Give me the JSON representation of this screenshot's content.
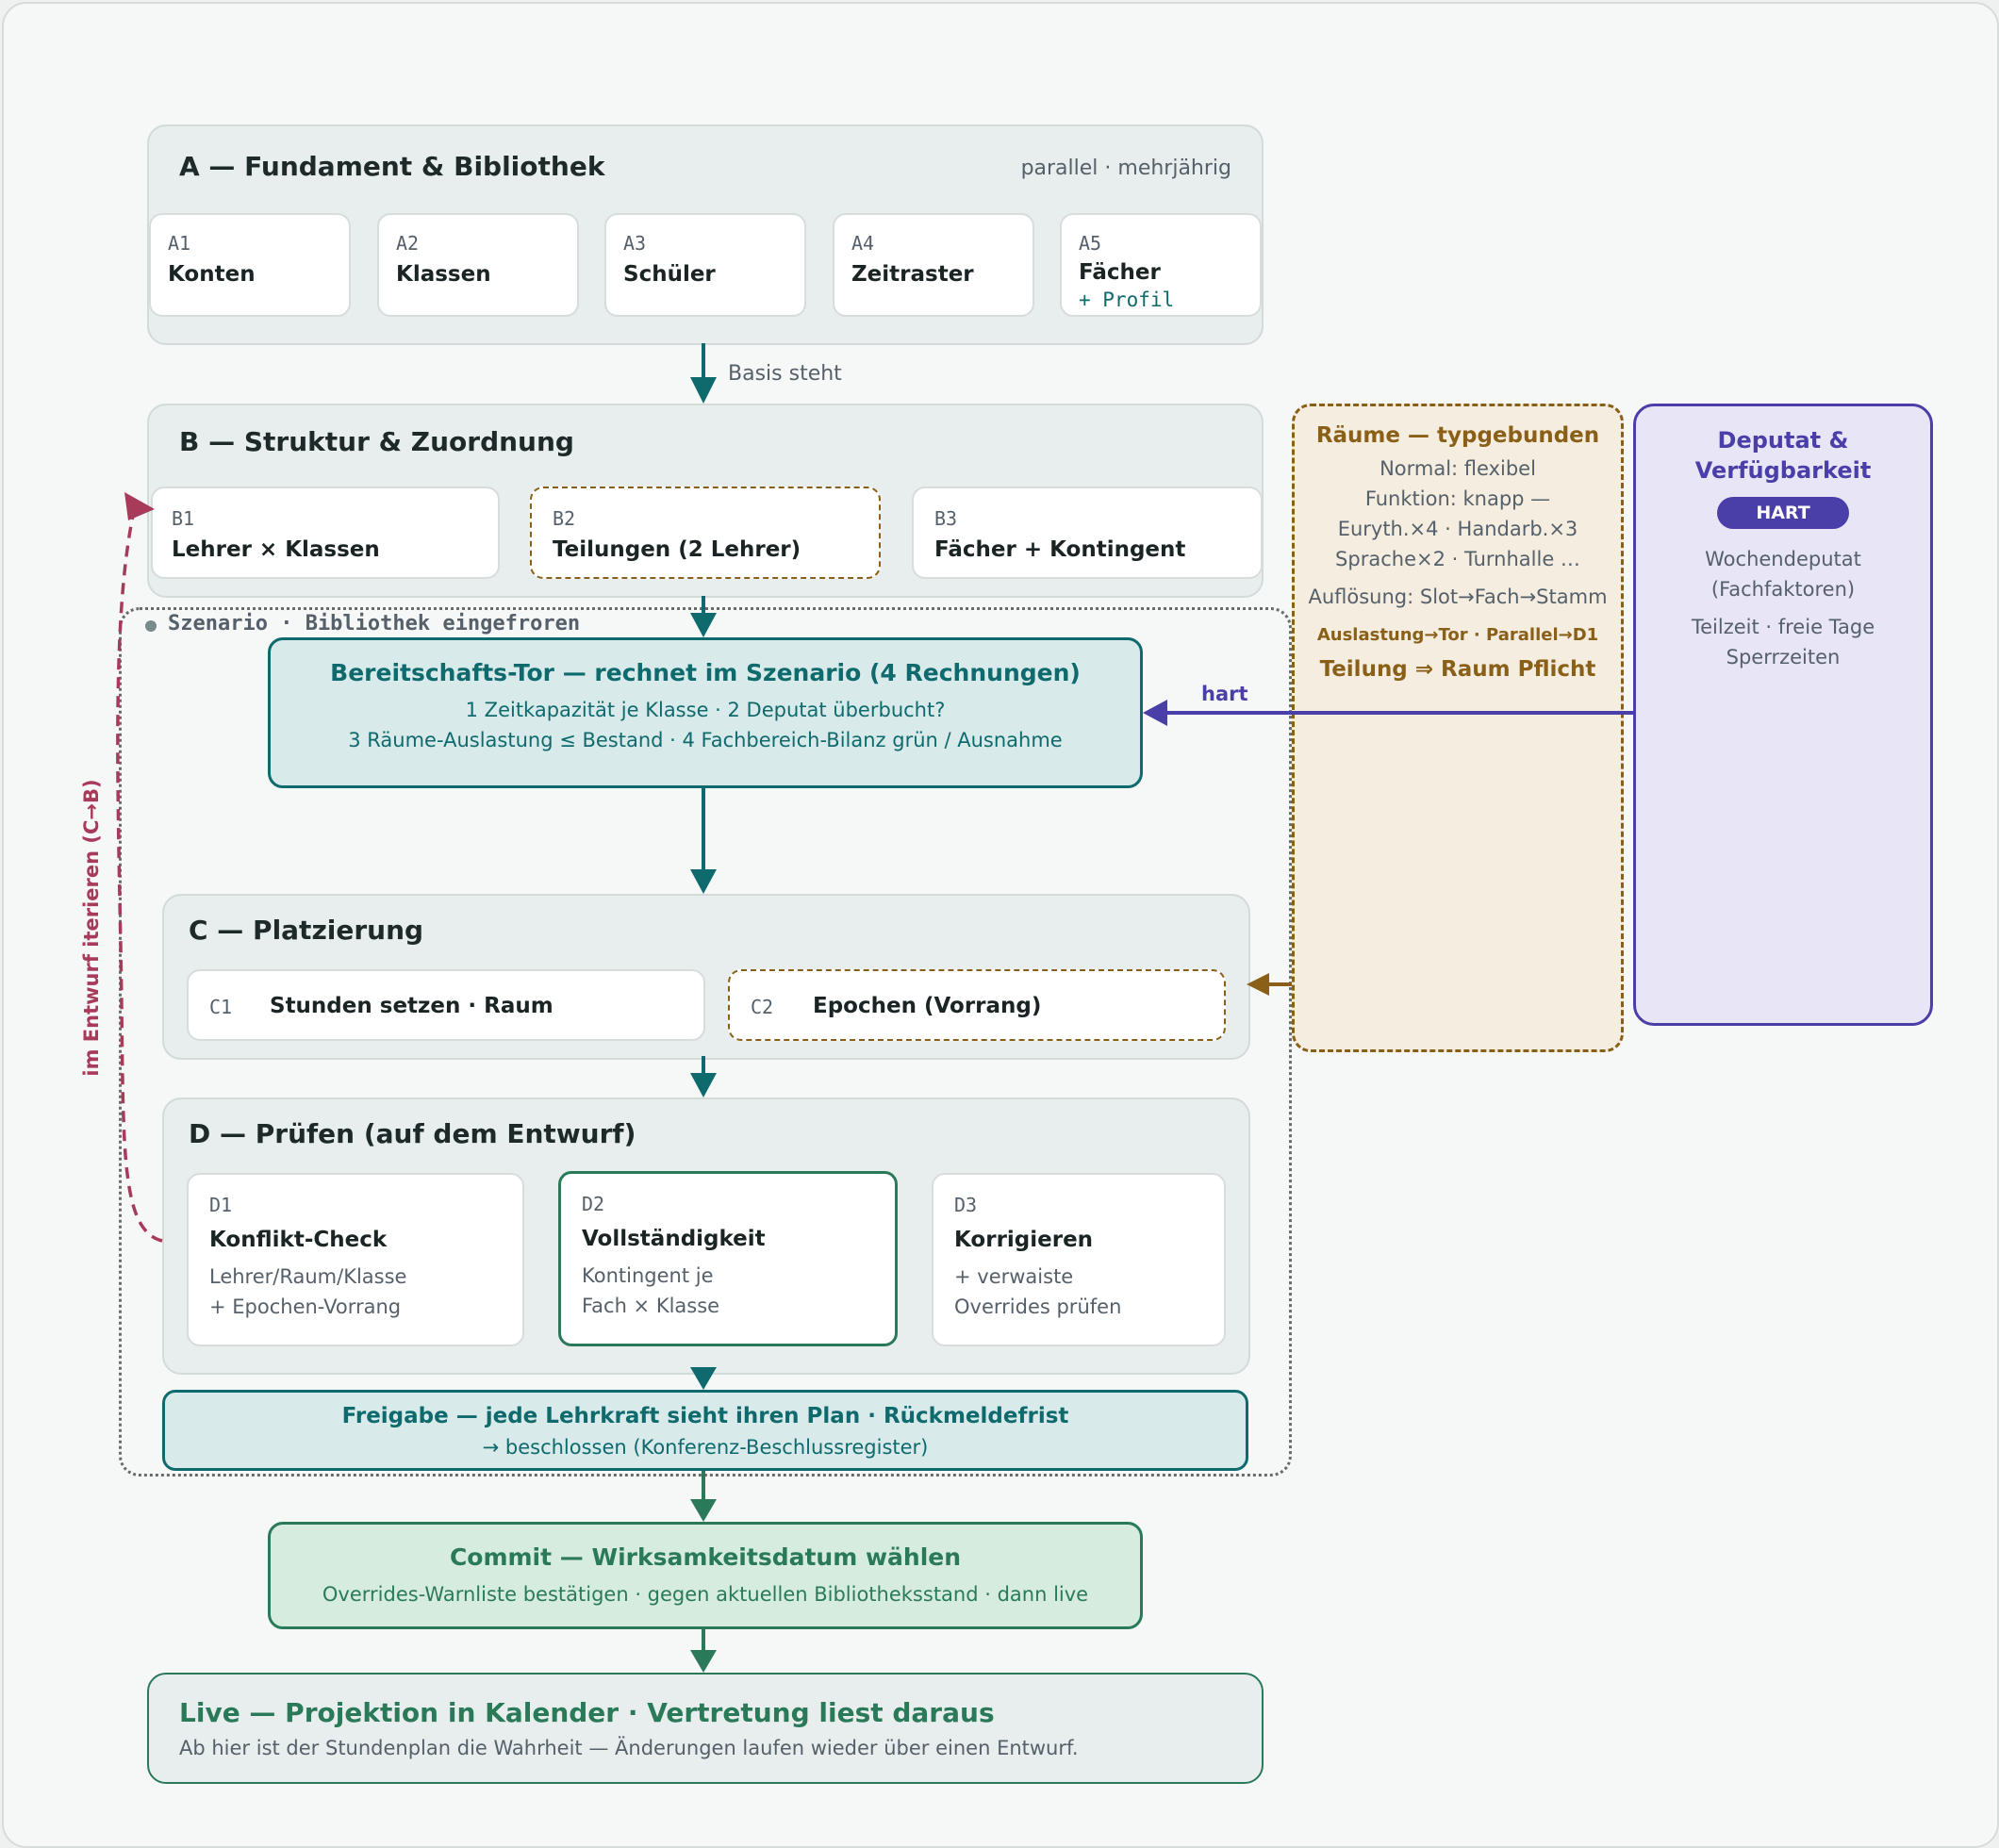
{
  "colors": {
    "teal": "#0f6a6e",
    "green": "#2a7a5a",
    "purple": "#4a3fa8",
    "brown": "#8a6018",
    "maroon": "#a83a5a",
    "gray_text": "#55606a"
  },
  "phase_a": {
    "title": "A — Fundament & Bibliothek",
    "note": "parallel · mehrjährig",
    "cards": [
      {
        "code": "A1",
        "label": "Konten"
      },
      {
        "code": "A2",
        "label": "Klassen"
      },
      {
        "code": "A3",
        "label": "Schüler"
      },
      {
        "code": "A4",
        "label": "Zeitraster"
      },
      {
        "code": "A5",
        "label": "Fächer",
        "extra": "+ Profil"
      }
    ]
  },
  "arrow_a_b_label": "Basis steht",
  "phase_b": {
    "title": "B — Struktur & Zuordnung",
    "cards": [
      {
        "code": "B1",
        "label": "Lehrer × Klassen"
      },
      {
        "code": "B2",
        "label": "Teilungen (2 Lehrer)"
      },
      {
        "code": "B3",
        "label": "Fächer + Kontingent"
      }
    ]
  },
  "scenario_label": "Szenario · Bibliothek eingefroren",
  "gate": {
    "title": "Bereitschafts-Tor — rechnet im Szenario (4 Rechnungen)",
    "line1": "1 Zeitkapazität je Klasse · 2 Deputat überbucht?",
    "line2": "3 Räume-Auslastung ≤ Bestand · 4 Fachbereich-Bilanz grün / Ausnahme"
  },
  "hart_label": "hart",
  "rooms": {
    "title": "Räume — typgebunden",
    "lines": [
      "Normal: flexibel",
      "Funktion: knapp —",
      "Euryth.×4 · Handarb.×3",
      "Sprache×2 · Turnhalle …"
    ],
    "resolution": "Auflösung: Slot→Fach→Stamm",
    "usage": "Auslastung→Tor · Parallel→D1",
    "split": "Teilung ⇒ Raum Pflicht"
  },
  "deputat": {
    "title_line1": "Deputat &",
    "title_line2": "Verfügbarkeit",
    "badge": "HART",
    "line1": "Wochendeputat",
    "line2": "(Fachfaktoren)",
    "line3": "Teilzeit · freie Tage",
    "line4": "Sperrzeiten"
  },
  "loop_label": "im Entwurf iterieren (C→B)",
  "phase_c": {
    "title": "C — Platzierung",
    "cards": [
      {
        "code": "C1",
        "label": "Stunden setzen · Raum"
      },
      {
        "code": "C2",
        "label": "Epochen (Vorrang)"
      }
    ]
  },
  "phase_d": {
    "title": "D — Prüfen (auf dem Entwurf)",
    "cards": [
      {
        "code": "D1",
        "label": "Konflikt-Check",
        "desc1": "Lehrer/Raum/Klasse",
        "desc2": "+ Epochen-Vorrang"
      },
      {
        "code": "D2",
        "label": "Vollständigkeit",
        "desc1": "Kontingent je",
        "desc2": "Fach × Klasse"
      },
      {
        "code": "D3",
        "label": "Korrigieren",
        "desc1": "+ verwaiste",
        "desc2": "Overrides prüfen"
      }
    ]
  },
  "release": {
    "title": "Freigabe — jede Lehrkraft sieht ihren Plan · Rückmeldefrist",
    "sub": "→ beschlossen (Konferenz-Beschlussregister)"
  },
  "commit": {
    "title": "Commit — Wirksamkeitsdatum wählen",
    "sub": "Overrides-Warnliste bestätigen · gegen aktuellen Bibliotheksstand · dann live"
  },
  "live": {
    "title": "Live — Projektion in Kalender · Vertretung liest daraus",
    "sub": "Ab hier ist der Stundenplan die Wahrheit — Änderungen laufen wieder über einen Entwurf."
  }
}
